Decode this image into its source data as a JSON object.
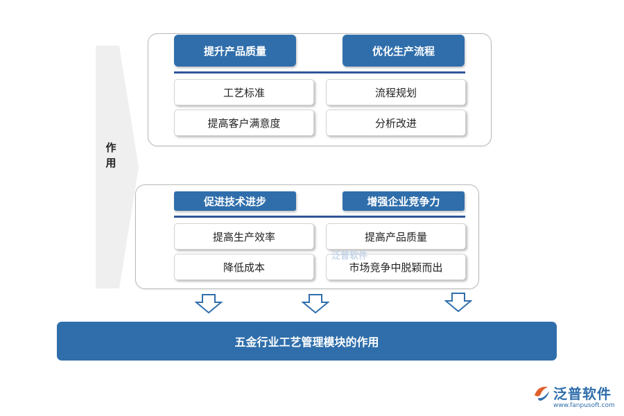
{
  "side": {
    "label_line1": "作",
    "label_line2": "用"
  },
  "top_panel": {
    "headers": [
      "提升产品质量",
      "优化生产流程"
    ],
    "items": [
      "工艺标准",
      "流程规划",
      "提高客户满意度",
      "分析改进"
    ]
  },
  "bottom_panel": {
    "headers": [
      "促进技术进步",
      "增强企业竞争力"
    ],
    "items": [
      "提高生产效率",
      "提高产品质量",
      "降低成本",
      "市场竞争中脱颖而出"
    ]
  },
  "bottom_bar": {
    "title": "五金行业工艺管理模块的作用"
  },
  "watermark": {
    "text": "泛普软件"
  },
  "logo": {
    "name": "泛普软件",
    "url": "www.fanpusoft.com"
  },
  "colors": {
    "primary": "#2f6eab",
    "rule": "#2f5597",
    "side_arrow": "#efefef"
  }
}
